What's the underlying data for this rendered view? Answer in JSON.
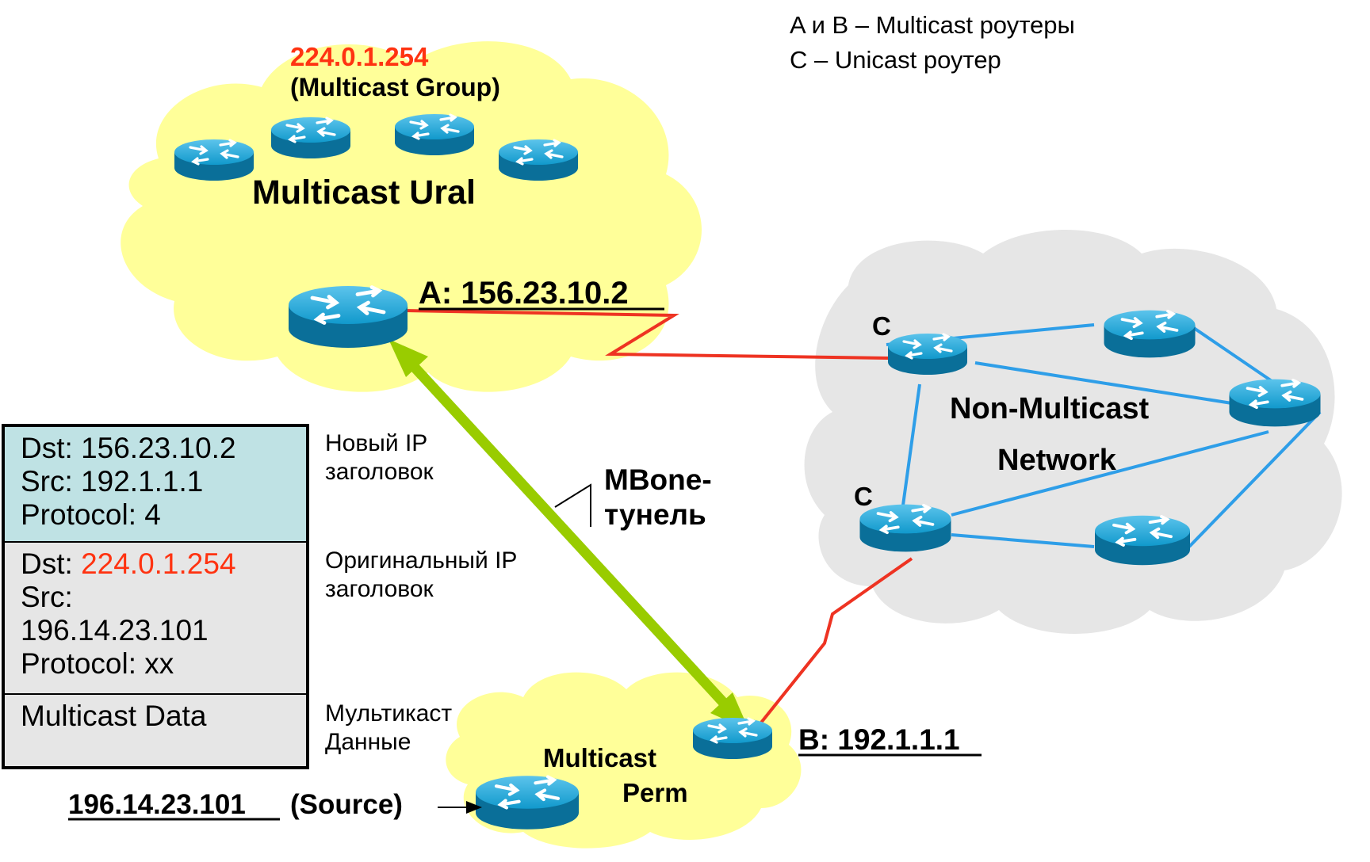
{
  "legend": {
    "line1": "A и B – Multicast роутеры",
    "line2": "C – Unicast роутер"
  },
  "clouds": {
    "ural": {
      "group_ip": "224.0.1.254",
      "group_label": "(Multicast Group)",
      "title": "Multicast Ural"
    },
    "non_multicast": {
      "line1": "Non-Multicast",
      "line2": "Network"
    },
    "perm": {
      "line1": "Multicast",
      "line2": "Perm"
    }
  },
  "routers": {
    "a_label": "A: 156.23.10.2",
    "b_label": "B: 192.1.1.1",
    "c_label_top": "C",
    "c_label_bottom": "C",
    "source_ip": "196.14.23.101",
    "source_suffix": "(Source)"
  },
  "tunnel": {
    "line1": "MBone-",
    "line2": "тунель"
  },
  "packet": {
    "new_header": {
      "dst_prefix": "Dst: ",
      "dst": "156.23.10.2",
      "src": "Src: 192.1.1.1",
      "protocol": "Protocol: 4"
    },
    "orig_header": {
      "dst_prefix": "Dst: ",
      "dst": "224.0.1.254",
      "src_label": "Src:",
      "src": "196.14.23.101",
      "protocol": "Protocol: xx"
    },
    "data": "Multicast Data"
  },
  "side_labels": {
    "new_ip_1": "Новый IP",
    "new_ip_2": "заголовок",
    "orig_ip_1": "Оригинальный IP",
    "orig_ip_2": "заголовок",
    "data_1": "Мультикаст",
    "data_2": "Данные"
  },
  "colors": {
    "cloud_yellow": "#ffff99",
    "cloud_gray": "#e6e6e6",
    "router_blue": "#0f8fc2",
    "link_blue": "#2e9ee8",
    "link_red": "#ee3322",
    "tunnel_green": "#99cc00",
    "highlight_red": "#ff3311"
  }
}
